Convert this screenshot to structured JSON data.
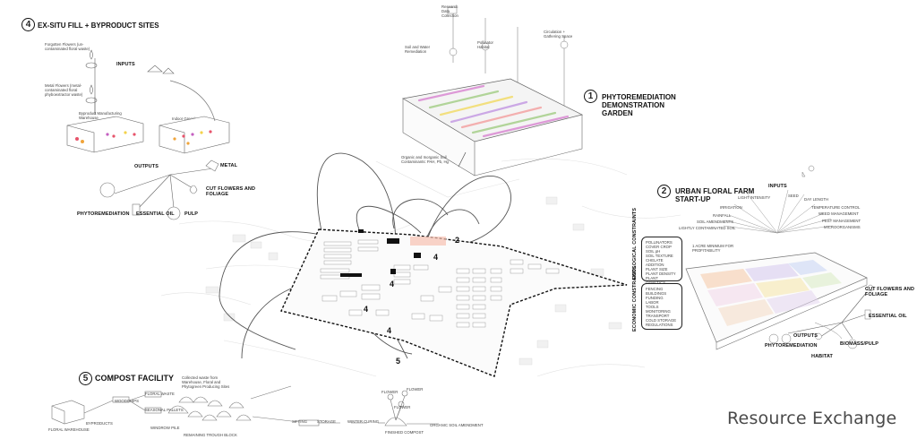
{
  "title": "Resource Exchange",
  "section4": {
    "number": "4",
    "title": "EX-SITU FILL + BYPRODUCT SITES",
    "inputs_label": "INPUTS",
    "outputs_label": "OUTPUTS",
    "forgotten_flowers": "Forgotten Flowers (un-contaminated floral waste)",
    "metal_flowers": "Metal Flowers (metal-contaminated floral phyboextractor waste)",
    "byproduct_warehouse": "Byproduct Manufacturing Warehouse",
    "indoor_greenhouse": "Indoor Greenhouse",
    "outputs": {
      "metal": "METAL",
      "cut_flowers": "CUT FLOWERS AND FOLIAGE",
      "phytoremediation": "PHYTOREMEDIATION",
      "essential_oil": "ESSENTIAL OIL",
      "pulp": "PULP"
    }
  },
  "section1": {
    "number": "1",
    "title": "PHYTOREMEDIATION DEMONSTRATION GARDEN",
    "research": "Research Data Collection",
    "soil_water": "Soil and Water Remediation",
    "pollinator": "Pollinator Habitat",
    "circulation": "Circulation + Gathering Space",
    "contaminants": "Organic and Inorganic Soil Contaminants: PAH, Pb, Hg"
  },
  "section2": {
    "number": "2",
    "title": "URBAN FLORAL FARM START-UP",
    "inputs_label": "INPUTS",
    "inputs": [
      "LIGHT INTENSITY",
      "SEED",
      "DAY LENGTH",
      "IRRIGATION",
      "TEMPERATURE CONTROL",
      "RAINFALL",
      "WEED MANAGEMENT",
      "SOIL AMENDMENTS",
      "PEST MANAGEMENT",
      "LIGHTLY CONTAMINATED SOIL",
      "MICROORGANISMS"
    ],
    "acre_note": "1 ACRE MINIMUM FOR PROFITABILITY",
    "ecological_label": "ECOLOGICAL CONSTRAINTS",
    "ecological": [
      "POLLINATORS",
      "COVER CROP",
      "SOIL pH",
      "SOIL TEXTURE",
      "CHELATE ADDITION",
      "PLANT SIZE",
      "PLANT DENSITY",
      "PLANT GENETICS",
      "ORGANIC WASTE"
    ],
    "economic_label": "ECONOMIC CONSTRAINTS",
    "economic": [
      "FENCING",
      "BUILDINGS",
      "FUNDING",
      "LABOR",
      "TOOLS",
      "MONITORING",
      "TRANSPORT",
      "COLD STORAGE",
      "REGULATIONS"
    ],
    "outputs_label": "OUTPUTS",
    "outputs": {
      "cut_flowers": "CUT FLOWERS AND FOLIAGE",
      "essential_oil": "ESSENTIAL OIL",
      "phytoremediation": "PHYTOREMEDIATION",
      "habitat": "HABITAT",
      "biomass": "BIOMASS/PULP"
    }
  },
  "section5": {
    "number": "5",
    "title": "COMPOST FACILITY",
    "note": "Collected waste from Warehouse, Floral and Phytogreen Producing Sites",
    "labels": [
      "FLORAL WAREHOUSE",
      "BYPRODUCTS",
      "FLORAL WASTE",
      "SEASONAL PALLETS",
      "WOODCHIPS",
      "WINDROW PILE",
      "REMAINING TROUGH BLOCK",
      "SIFTING",
      "STORAGE",
      "WINTER CURING",
      "FINISHED COMPOST",
      "ORGANIC SOIL AMENDMENT"
    ],
    "ring_labels": [
      "FLOWER",
      "FLOWER",
      "FLOWER"
    ]
  },
  "map_markers": [
    "2",
    "4",
    "4",
    "4",
    "4",
    "5"
  ]
}
